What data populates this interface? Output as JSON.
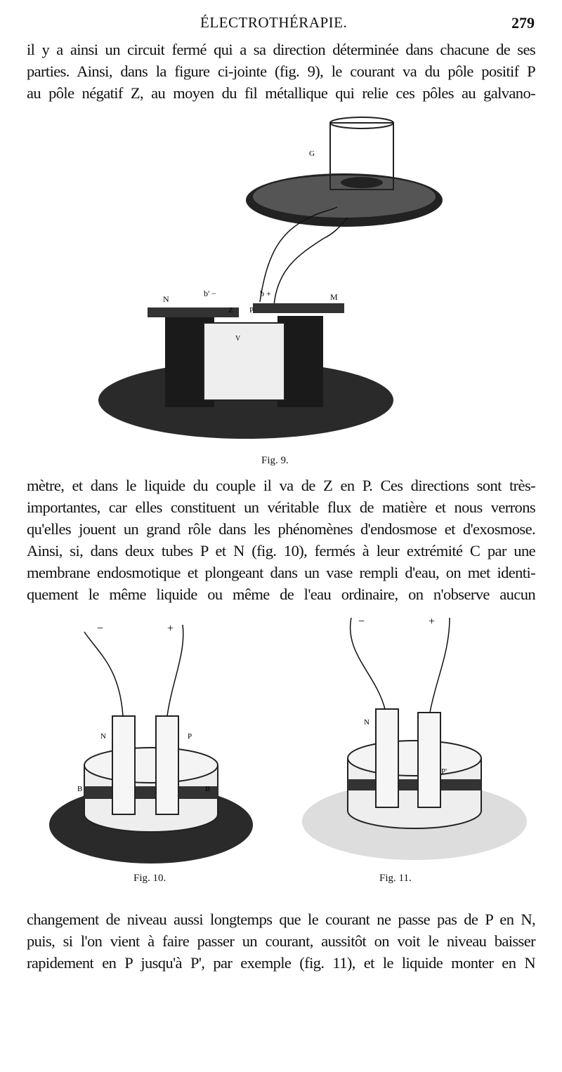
{
  "header": {
    "running_title": "ÉLECTROTHÉRAPIE.",
    "page_number": "279"
  },
  "paragraph_1": [
    "il y a ainsi un circuit fermé qui a sa direction déterminée dans chacune de ses",
    "parties. Ainsi, dans la figure ci-jointe (fig. 9), le courant va du pôle positif P",
    "au pôle négatif Z, au moyen du fil métallique qui relie ces pôles au galvano-"
  ],
  "figure_9": {
    "caption": "Fig. 9.",
    "labels": {
      "g": "G",
      "n": "N",
      "m": "M",
      "z": "Z",
      "p": "P",
      "minus": "b' −",
      "plus": "b +",
      "v": "V"
    }
  },
  "paragraph_2": [
    "mètre, et dans le liquide du couple il va de Z en P. Ces directions sont très-",
    "importantes, car elles constituent un véritable flux de matière et nous verrons",
    "qu'elles jouent un grand rôle dans les phénomènes d'endosmose et d'exosmose.",
    "Ainsi, si, dans deux tubes P et N (fig. 10), fermés à leur extrémité C par une",
    "membrane endosmotique et plongeant dans un vase rempli d'eau, on met identi-",
    "quement le même liquide ou même de l'eau ordinaire, on n'observe aucun"
  ],
  "figure_10": {
    "caption": "Fig. 10.",
    "labels": {
      "minus": "−",
      "plus": "+",
      "n": "N",
      "p": "P",
      "b_left": "B",
      "b_right": "B"
    }
  },
  "figure_11": {
    "caption": "Fig. 11.",
    "labels": {
      "minus": "−",
      "plus": "+",
      "n": "N",
      "p": "P'"
    }
  },
  "paragraph_3": [
    "changement de niveau aussi longtemps que le courant ne passe pas de P en N,",
    "puis, si l'on vient à faire passer un courant, aussitôt on voit le niveau baisser",
    "rapidement en P jusqu'à P', par exemple (fig. 11), et le liquide monter en N"
  ]
}
